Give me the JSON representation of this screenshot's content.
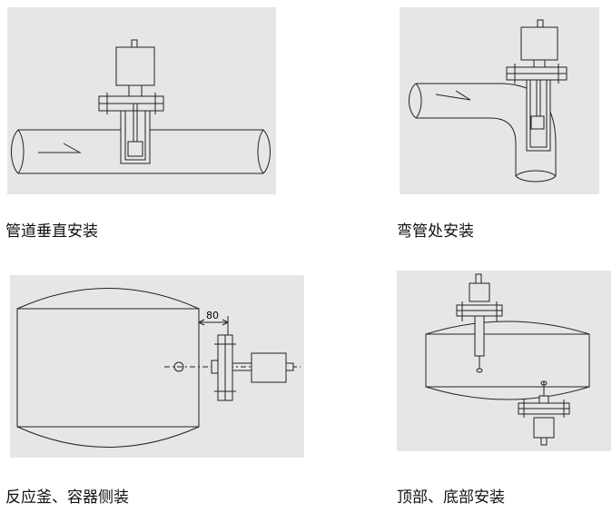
{
  "panels": [
    {
      "id": "pipe-vertical",
      "caption": "管道垂直安装"
    },
    {
      "id": "elbow",
      "caption": "弯管处安装"
    },
    {
      "id": "vessel-side",
      "caption": "反应釜、容器侧装",
      "dimension_label": "80"
    },
    {
      "id": "top-bottom",
      "caption": "顶部、底部安装"
    }
  ],
  "colors": {
    "panel_bg": "#e6e6e6",
    "line": "#222222"
  }
}
